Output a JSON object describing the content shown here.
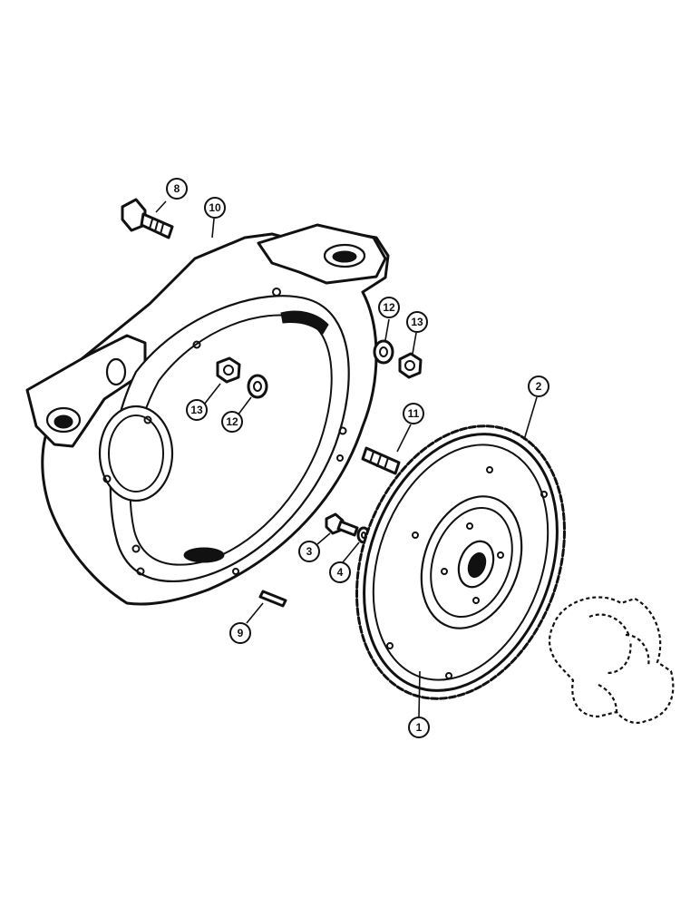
{
  "diagram": {
    "callouts": [
      {
        "id": "c1",
        "label": "1"
      },
      {
        "id": "c2",
        "label": "2"
      },
      {
        "id": "c3",
        "label": "3"
      },
      {
        "id": "c4",
        "label": "4"
      },
      {
        "id": "c8",
        "label": "8"
      },
      {
        "id": "c9",
        "label": "9"
      },
      {
        "id": "c10",
        "label": "10"
      },
      {
        "id": "c11",
        "label": "11"
      },
      {
        "id": "c12a",
        "label": "12"
      },
      {
        "id": "c12b",
        "label": "12"
      },
      {
        "id": "c13a",
        "label": "13"
      },
      {
        "id": "c13b",
        "label": "13"
      }
    ]
  }
}
